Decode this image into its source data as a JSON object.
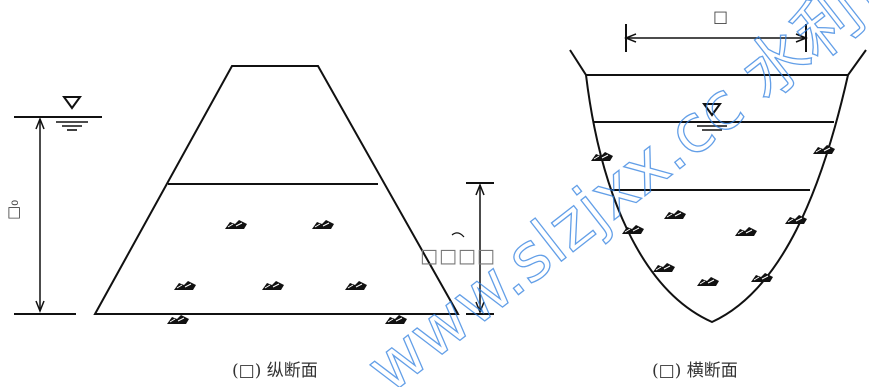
{
  "figure": {
    "longitudinal_caption": "(□) 纵断面",
    "cross_caption": "(□) 横断面",
    "depth_label": "□₀",
    "width_label": "□",
    "broken_label": "□□□□",
    "watermark": "www.slzjxx.cc 水利造价信息网",
    "colors": {
      "line": "#111111",
      "watermark": "#2f7fe0",
      "caption": "#333333"
    }
  }
}
